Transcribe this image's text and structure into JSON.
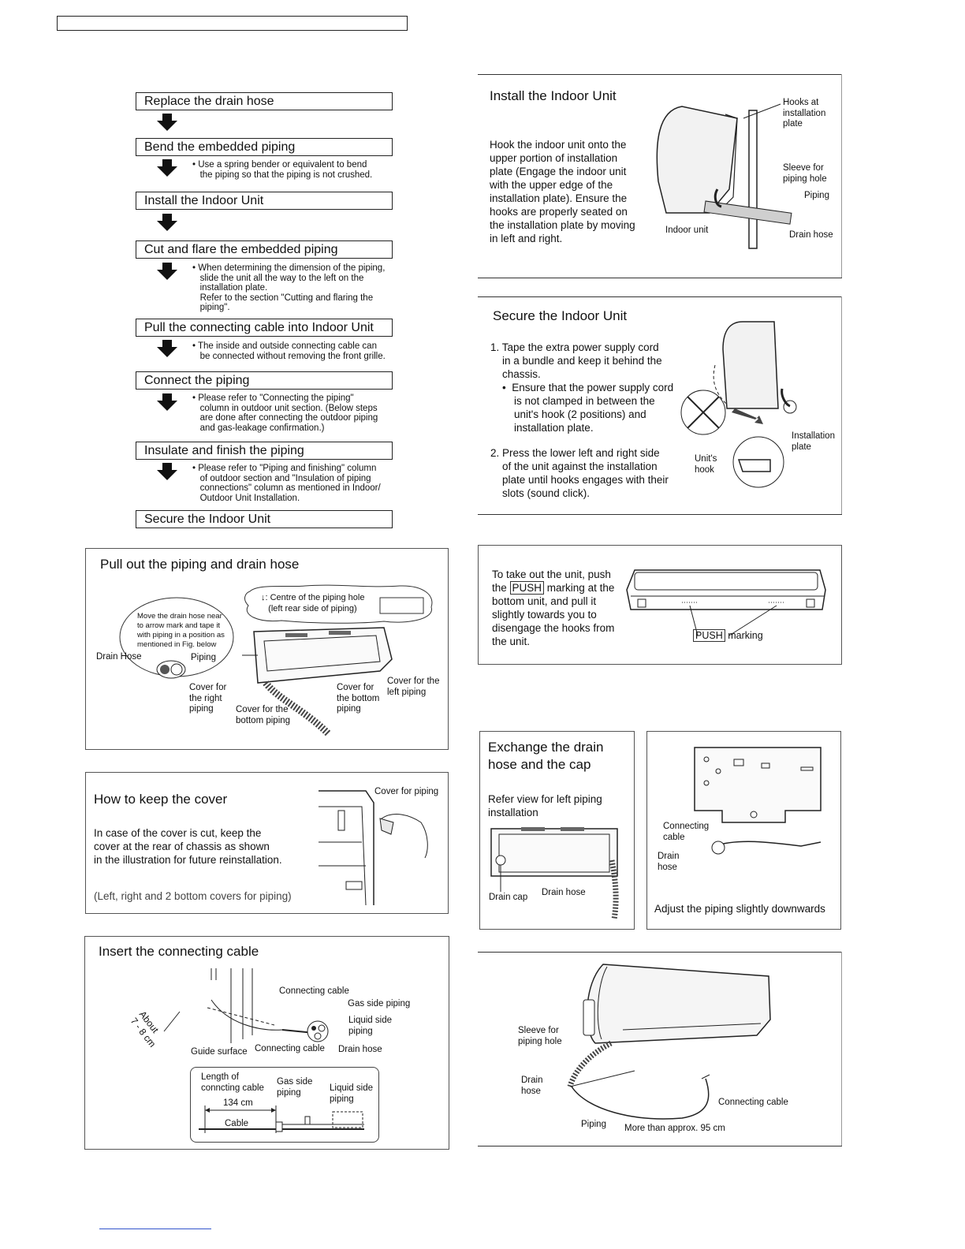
{
  "flow": {
    "steps": [
      "Replace the drain hose",
      "Bend the embedded piping",
      "Install the Indoor Unit",
      "Cut and flare the embedded piping",
      "Pull the connecting cable into Indoor Unit",
      "Connect the piping",
      "Insulate and finish the piping",
      "Secure the Indoor Unit"
    ],
    "notes": [
      "• Use a spring bender or equivalent to bend\n   the piping so that the piping is not crushed.",
      "• When determining the dimension of the piping,\n   slide the unit all the way to the left on the\n   installation plate.\n   Refer to the section \"Cutting and flaring the\n   piping\".",
      "• The inside and outside connecting cable can\n   be connected without removing the front grille.",
      "• Please refer to \"Connecting the piping\"\n   column in outdoor unit section. (Below steps\n   are done after connecting the outdoor piping\n   and gas-leakage confirmation.)",
      "• Please refer to \"Piping and finishing\" column\n   of outdoor section and \"Insulation of piping\n   connections\" column as mentioned in Indoor/\n   Outdoor Unit Installation."
    ]
  },
  "install_panel": {
    "title": "Install the Indoor Unit",
    "text": "Hook the indoor unit onto the\nupper portion of installation\nplate (Engage the indoor unit\nwith the upper edge of the\ninstallation plate). Ensure the\nhooks are properly seated on\nthe installation plate by moving\nin left and right.",
    "labels": {
      "hooks": "Hooks at\ninstallation\nplate",
      "sleeve": "Sleeve for\npiping hole",
      "piping": "Piping",
      "indoor_unit": "Indoor unit",
      "drain_hose": "Drain hose"
    }
  },
  "secure_panel": {
    "title": "Secure the Indoor Unit",
    "text1": "1. Tape the extra power supply cord\n    in a bundle and keep it behind the\n    chassis.\n    •  Ensure that the power supply cord\n        is not clamped in between the\n        unit's hook (2 positions) and\n        installation plate.",
    "text2": "2. Press the lower left and right side\n    of the unit against the installation\n    plate until hooks engages with their\n    slots (sound click).",
    "labels": {
      "install_plate": "Installation\nplate",
      "units_hook": "Unit's\nhook"
    }
  },
  "takeout_panel": {
    "line1": "To take out the unit, push",
    "line2_pre": "the ",
    "push": "PUSH",
    "line2_post": " marking at the",
    "rest": "bottom unit, and pull it\nslightly towards you to\ndisengage the hooks from\nthe unit.",
    "marking_label": "marking"
  },
  "pullout_panel": {
    "title": "Pull out the piping and drain hose",
    "cloud_text": "↓: Centre of the piping hole\n   (left rear side of piping)",
    "bubble_text": "Move the drain hose near\nto arrow mark and tape it\nwith piping in a position as\nmentioned in Fig. below",
    "labels": {
      "drain_hose": "Drain Hose",
      "piping": "Piping",
      "cover_right": "Cover for\nthe right\npiping",
      "cover_bottom1": "Cover for the\nbottom piping",
      "cover_bottom2": "Cover for\nthe bottom\npiping",
      "cover_left": "Cover for the\nleft piping"
    }
  },
  "keep_cover_panel": {
    "title": "How to keep the cover",
    "text": "In case of the cover is cut, keep the\ncover at the rear of chassis as shown\nin the illustration for future reinstallation.",
    "note": "(Left, right and 2 bottom covers for piping)",
    "label": "Cover for piping"
  },
  "insert_panel": {
    "title": "Insert the connecting cable",
    "labels": {
      "about": "About\n7 - 8 cm",
      "guide": "Guide surface",
      "conn1": "Connecting cable",
      "conn2": "Connecting cable",
      "gas": "Gas side piping",
      "liquid": "Liquid side\npiping",
      "drain": "Drain hose",
      "length": "Length of\nconncting cable",
      "gas2": "Gas side\npiping",
      "liquid2": "Liquid side\npiping",
      "dim": "134 cm",
      "cable": "Cable"
    }
  },
  "exchange_panel": {
    "title": "Exchange the drain\nhose and the cap",
    "text": "Refer view for left piping\ninstallation",
    "labels": {
      "drain_cap": "Drain cap",
      "drain_hose": "Drain hose"
    }
  },
  "adjust_panel": {
    "labels": {
      "conn": "Connecting\ncable",
      "drain": "Drain\nhose"
    },
    "caption": "Adjust the piping slightly downwards"
  },
  "final_panel": {
    "labels": {
      "sleeve": "Sleeve for\npiping hole",
      "drain": "Drain\nhose",
      "piping": "Piping",
      "conn": "Connecting cable",
      "length": "More than approx. 95 cm"
    }
  }
}
